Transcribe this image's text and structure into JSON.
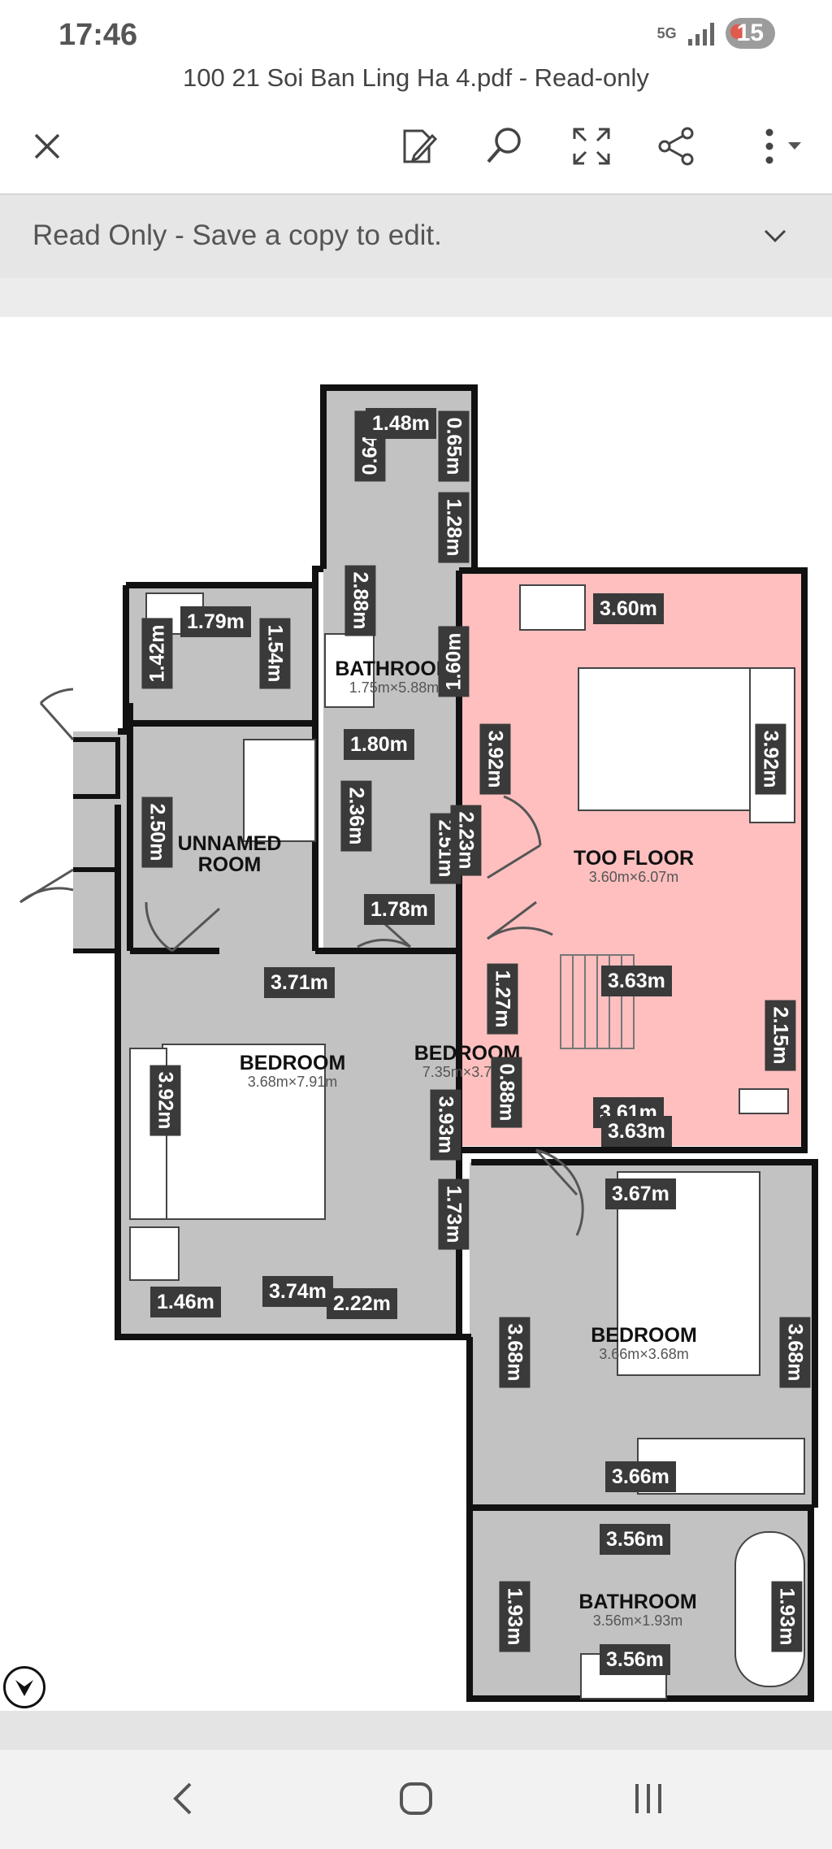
{
  "status": {
    "time": "17:46",
    "network": "5G",
    "notif_count": "15"
  },
  "file": {
    "title": "100 21 Soi Ban Ling Ha 4.pdf - Read-only"
  },
  "banner": {
    "message": "Read Only - Save a copy to edit."
  },
  "plan": {
    "rooms": {
      "bath1": {
        "name": "BATHROOM",
        "dims": "1.75m×5.88m"
      },
      "unnamed": {
        "name": "UNNAMED ROOM",
        "dims": ""
      },
      "too_floor": {
        "name": "TOO FLOOR",
        "dims": "3.60m×6.07m"
      },
      "bed1": {
        "name": "BEDROOM",
        "dims": "3.68m×7.91m"
      },
      "bed_mid": {
        "name": "BEDROOM",
        "dims": "7.35m×3.78m"
      },
      "bed2": {
        "name": "BEDROOM",
        "dims": "3.66m×3.68m"
      },
      "bath2": {
        "name": "BATHROOM",
        "dims": "3.56m×1.93m"
      }
    },
    "m": {
      "d064": "0.64m",
      "d148": "1.48m",
      "d065": "0.65m",
      "d128": "1.28m",
      "d288": "2.88m",
      "d160": "1.60m",
      "d179": "1.79m",
      "d142": "1.42m",
      "d154": "1.54m",
      "d360a": "3.60m",
      "d180": "1.80m",
      "d236": "2.36m",
      "d392a": "3.92m",
      "d392b": "3.92m",
      "d250": "2.50m",
      "d251": "2.51m",
      "d223": "2.23m",
      "d178": "1.78m",
      "d371": "3.71m",
      "d127": "1.27m",
      "d363": "3.63m",
      "d215": "2.15m",
      "d392c": "3.92m",
      "d393": "3.93m",
      "d088": "0.88m",
      "d361": "3.61m",
      "d363b": "3.63m",
      "d367": "3.67m",
      "d173": "1.73m",
      "d146": "1.46m",
      "d374": "3.74m",
      "d222": "2.22m",
      "d368a": "3.68m",
      "d368b": "3.68m",
      "d366": "3.66m",
      "d356a": "3.56m",
      "d193a": "1.93m",
      "d193b": "1.93m",
      "d356b": "3.56m"
    }
  },
  "colors": {
    "wall": "#111111",
    "room": "#c2c2c2",
    "highlight": "#ffbfbf",
    "label_bg": "#3a3a3a"
  }
}
